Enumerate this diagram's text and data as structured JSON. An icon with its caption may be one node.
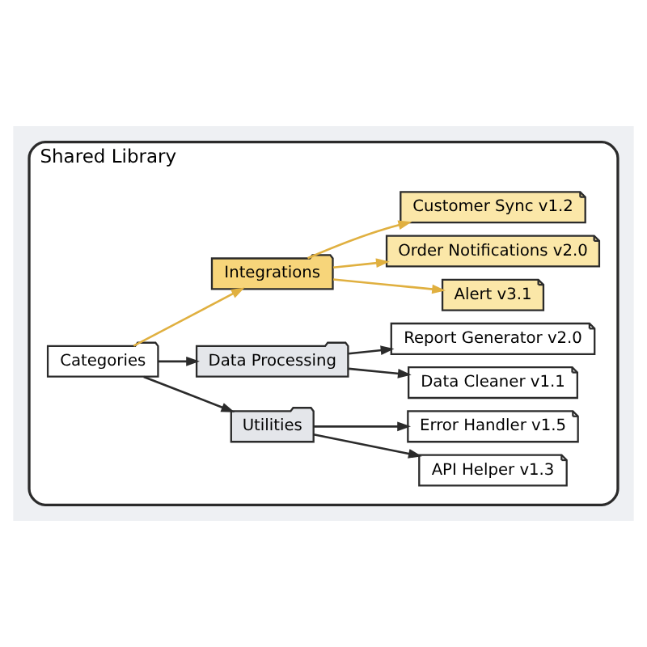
{
  "diagram": {
    "nodes": [
      {
        "text": [
          "Shared Library"
        ]
      },
      {
        "text": [
          "Categories"
        ],
        "in": 0
      },
      {
        "text": [
          "Integrations"
        ],
        "in": 0
      },
      {
        "text": [
          "Customer Sync v1.2"
        ],
        "in": 0
      },
      {
        "text": [
          "Order Notifications v2.0"
        ],
        "in": 0
      },
      {
        "text": [
          "Alert v3.1"
        ],
        "in": 0
      },
      {
        "text": [
          "Data Processing"
        ],
        "in": 0
      },
      {
        "text": [
          "Report Generator v2.0"
        ],
        "in": 0
      },
      {
        "text": [
          "Data Cleaner v1.1"
        ],
        "in": 0
      },
      {
        "text": [
          "Utilities"
        ],
        "in": 0
      },
      {
        "text": [
          "Error Handler v1.5"
        ],
        "in": 0
      },
      {
        "text": [
          "API Helper v1.3"
        ],
        "in": 0
      }
    ],
    "edges": [
      {
        "from": 1,
        "to": 2,
        "arrow": "to",
        "color": "#e0b040"
      },
      {
        "from": 2,
        "to": 3,
        "arrow": "to",
        "color": "#e0b040"
      },
      {
        "from": 2,
        "to": 4,
        "arrow": "to",
        "color": "#e0b040"
      },
      {
        "from": 2,
        "to": 5,
        "arrow": "to",
        "color": "#e0b040"
      },
      {
        "from": 1,
        "to": 6,
        "arrow": "to"
      },
      {
        "from": 6,
        "to": 7,
        "arrow": "to"
      },
      {
        "from": 6,
        "to": 8,
        "arrow": "to"
      },
      {
        "from": 1,
        "to": 9,
        "arrow": "to"
      },
      {
        "from": 9,
        "to": 10,
        "arrow": "to"
      },
      {
        "from": 9,
        "to": 11,
        "arrow": "to"
      }
    ]
  }
}
